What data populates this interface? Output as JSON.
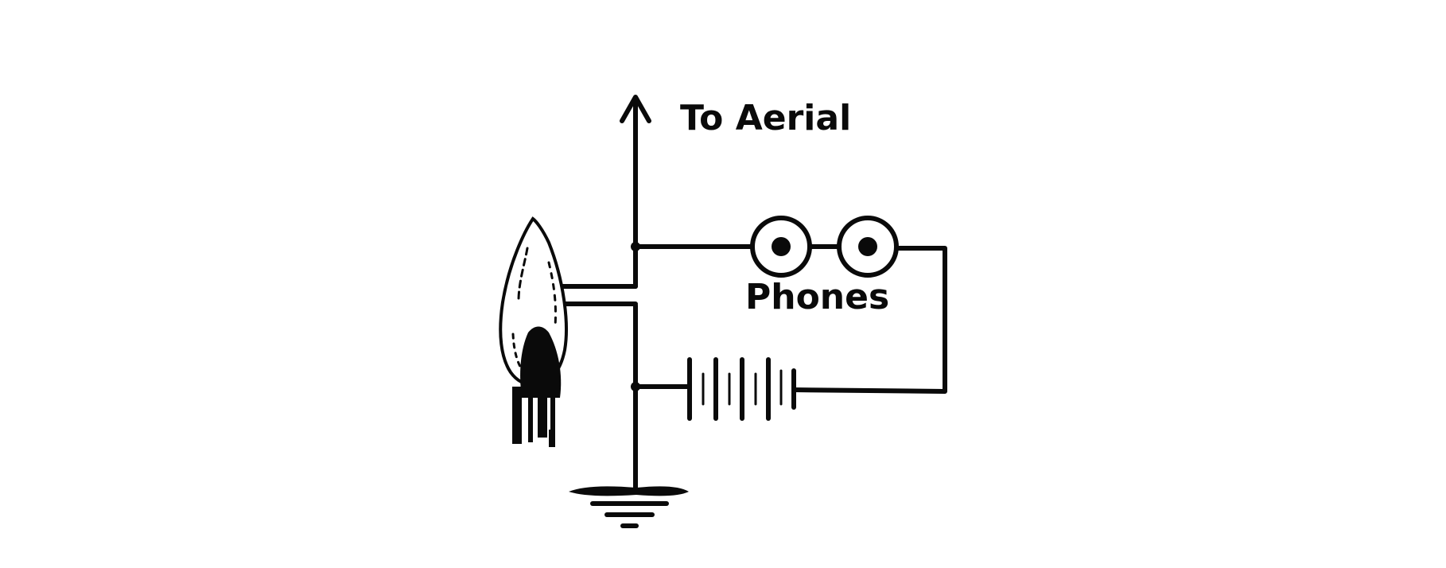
{
  "labels": {
    "aerial": "To Aerial",
    "phones": "Phones"
  },
  "colors": {
    "ink": "#0a0a0a",
    "background": "#ffffff"
  },
  "components": [
    "aerial-arrow",
    "headphones",
    "battery",
    "ground",
    "flame-detector"
  ]
}
